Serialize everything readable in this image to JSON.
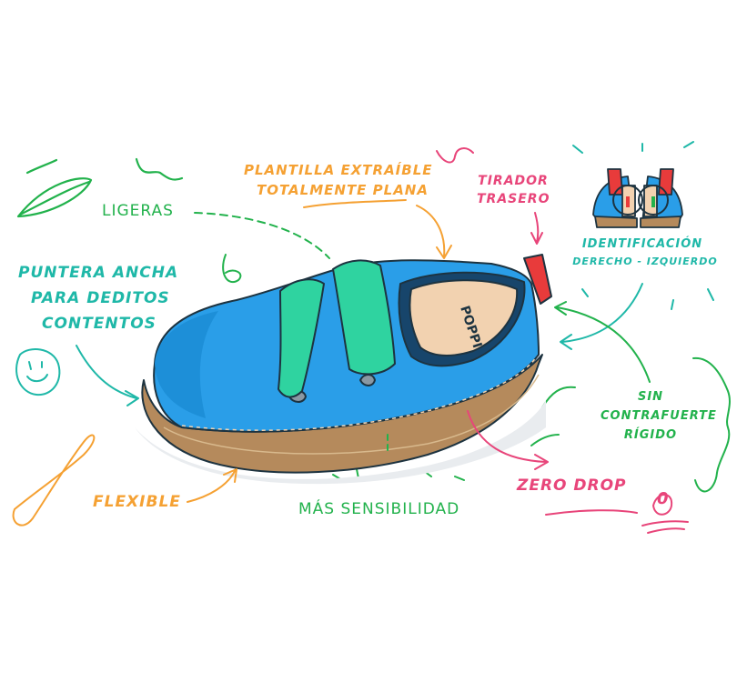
{
  "colors": {
    "green": "#22b24c",
    "teal": "#1fb8a8",
    "orange": "#f5a133",
    "pink": "#e8457a",
    "shoe_blue": "#2a9ee8",
    "strap": "#2fd3a0",
    "sole": "#b58a5c",
    "insole": "#f2d2b0",
    "tab": "#e83b3b",
    "outline": "#1d3340"
  },
  "labels": {
    "ligeras": "LIGERAS",
    "plantilla_1": "PLANTILLA EXTRAÍBLE",
    "plantilla_2": "TOTALMENTE PLANA",
    "tirador_1": "TIRADOR",
    "tirador_2": "TRASERO",
    "identificacion_1": "IDENTIFICACIÓN",
    "identificacion_2": "DERECHO - IZQUIERDO",
    "puntera_1": "PUNTERA ANCHA",
    "puntera_2": "PARA DEDITOS",
    "puntera_3": "CONTENTOS",
    "sin_1": "SIN",
    "sin_2": "CONTRAFUERTE",
    "sin_3": "RÍGIDO",
    "zero_drop": "ZERO DROP",
    "zero_mark": "0",
    "flexible": "FLEXIBLE",
    "sensibilidad": "MÁS SENSIBILIDAD"
  },
  "brand": {
    "logo": "POPPI"
  }
}
